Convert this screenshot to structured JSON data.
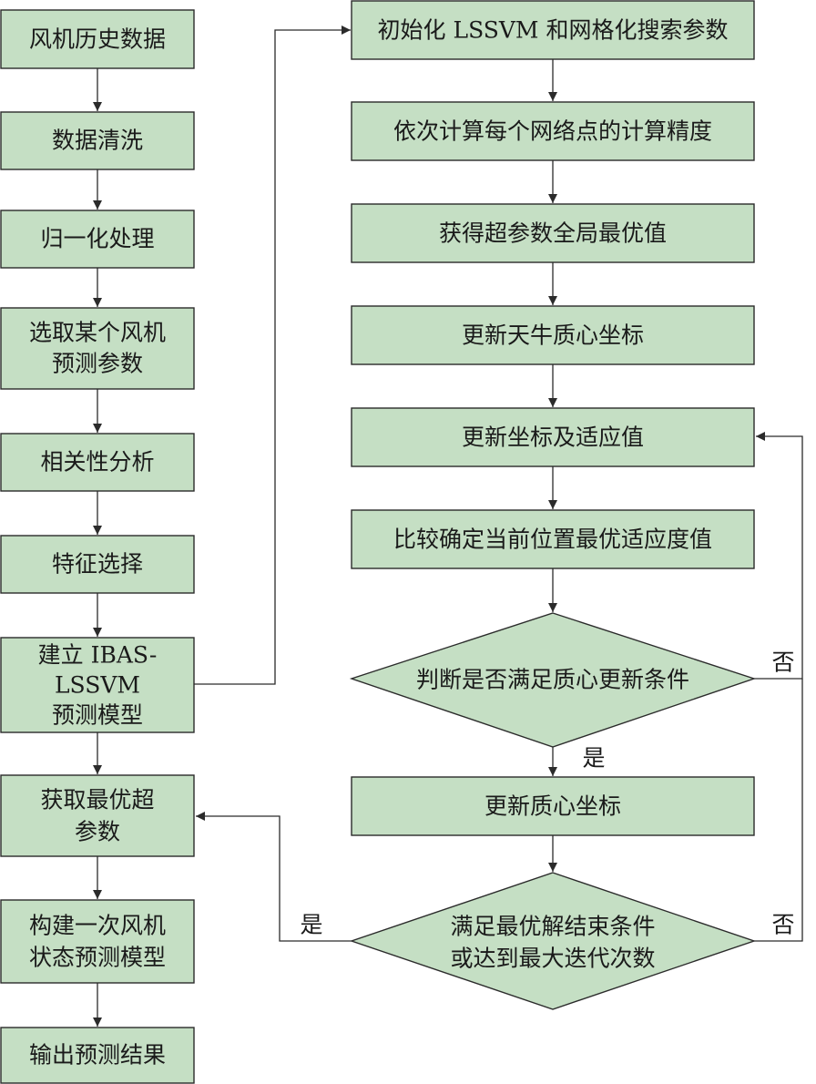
{
  "nodes": {
    "l1": "风机历史数据",
    "l2": "数据清洗",
    "l3": "归一化处理",
    "l4": [
      "选取某个风机",
      "预测参数"
    ],
    "l5": "相关性分析",
    "l6": "特征选择",
    "l7": [
      "建立 IBAS-",
      "LSSVM",
      "预测模型"
    ],
    "l8": [
      "获取最优超",
      "参数"
    ],
    "l9": [
      "构建一次风机",
      "状态预测模型"
    ],
    "l10": "输出预测结果",
    "r1": "初始化 LSSVM 和网格化搜索参数",
    "r2": "依次计算每个网络点的计算精度",
    "r3": "获得超参数全局最优值",
    "r4": "更新天牛质心坐标",
    "r5": "更新坐标及适应值",
    "r6": "比较确定当前位置最优适应度值",
    "d1": "判断是否满足质心更新条件",
    "r7": "更新质心坐标",
    "d2": [
      "满足最优解结束条件",
      "或达到最大迭代次数"
    ]
  },
  "edge_labels": {
    "d1_no": "否",
    "d1_yes": "是",
    "d2_no": "否",
    "d2_yes": "是"
  },
  "colors": {
    "node_fill": "#c5dfc4",
    "stroke": "#2b2b2b"
  }
}
